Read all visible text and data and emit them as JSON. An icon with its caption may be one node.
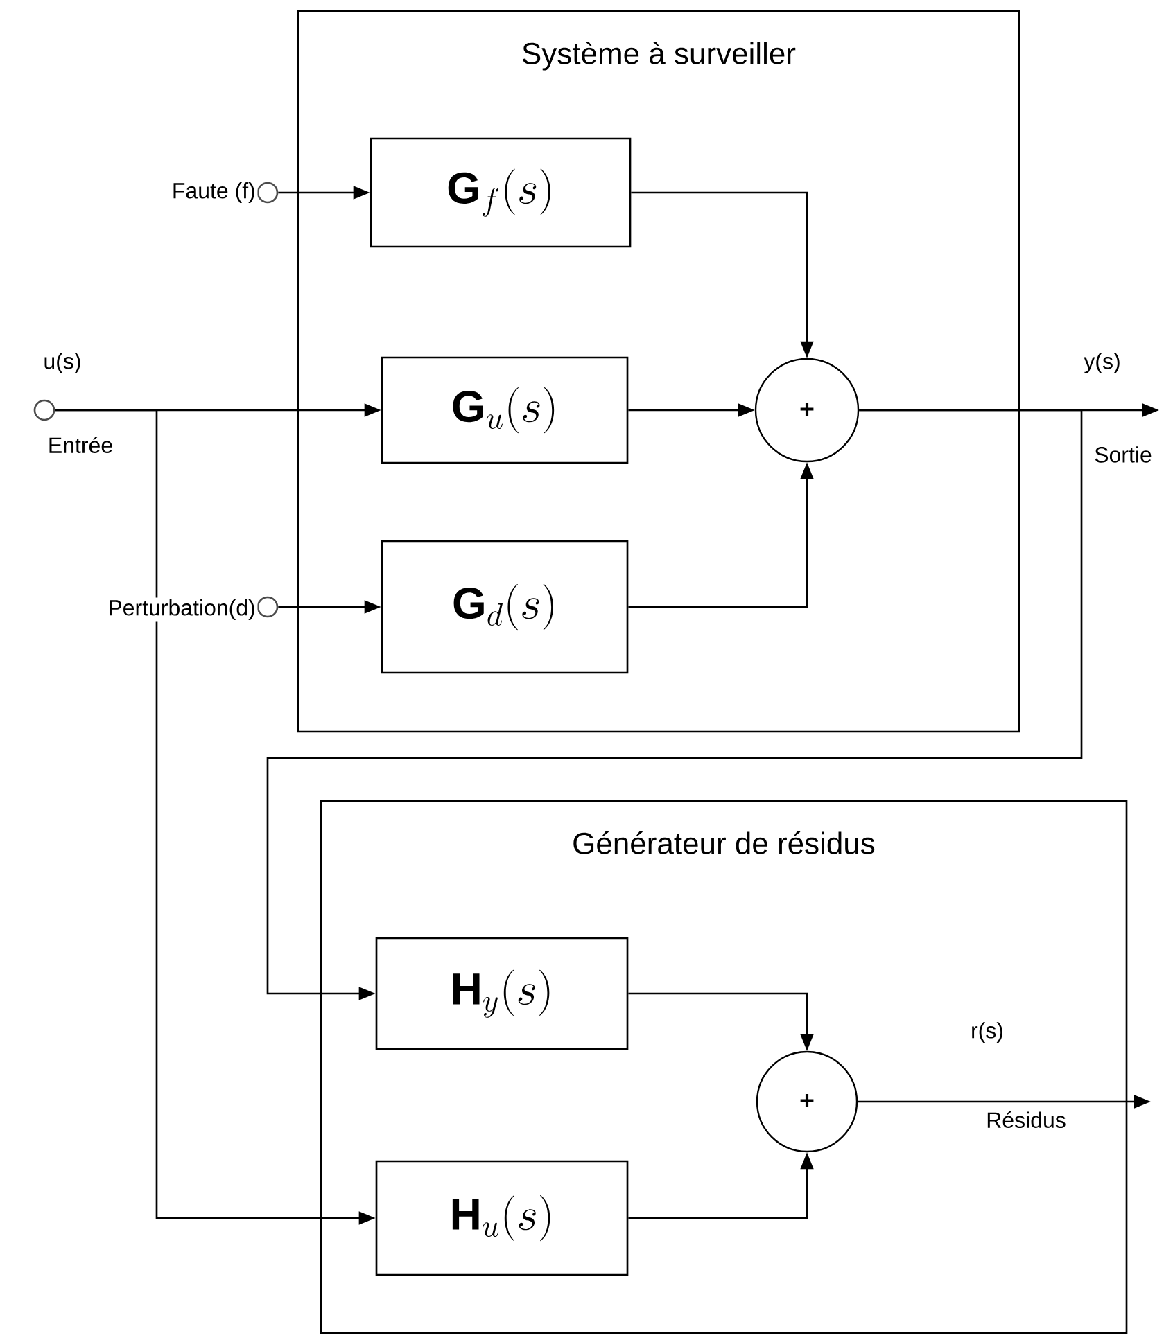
{
  "diagram": {
    "nodes": [
      {
        "text": [
          "Système à surveiller"
        ]
      },
      {
        "text": [
          "\\mathbf{G}_{f}(s)"
        ],
        "in": 0
      },
      {
        "text": [
          "\\mathbf{G}_{u}(s)"
        ],
        "in": 0
      },
      {
        "text": [
          "\\mathbf{G}_{d}(s)"
        ],
        "in": 0
      },
      {
        "text": [
          "+"
        ],
        "in": 0
      },
      {
        "text": [
          "Générateur de résidus"
        ]
      },
      {
        "text": [
          "\\mathbf{H}_{y}(s)"
        ],
        "in": 5
      },
      {
        "text": [
          "\\mathbf{H}_{u}(s)"
        ],
        "in": 5
      },
      {
        "text": [
          "+"
        ],
        "in": 5
      },
      {
        "text": [],
        "shape": "circle",
        "beside": [
          "Faute (f)"
        ]
      },
      {
        "text": [],
        "shape": "circle",
        "beside": [
          "u(s)",
          "Entrée"
        ]
      },
      {
        "text": [],
        "shape": "circle",
        "beside": [
          "Perturbation(d)"
        ]
      }
    ],
    "edges": [
      {
        "from": 9,
        "to": 1,
        "arrow": "to"
      },
      {
        "from": 10,
        "to": 2,
        "arrow": "to"
      },
      {
        "from": 11,
        "to": 3,
        "arrow": "to"
      },
      {
        "from": 1,
        "to": 4,
        "arrow": "to"
      },
      {
        "from": 2,
        "to": 4,
        "arrow": "to"
      },
      {
        "from": 3,
        "to": 4,
        "arrow": "to"
      },
      {
        "from": 4,
        "to": null,
        "arrow": "to"
      },
      {
        "from": 4,
        "to": 6,
        "arrow": "to"
      },
      {
        "from": 10,
        "to": 7,
        "arrow": "to"
      },
      {
        "from": 6,
        "to": 8,
        "arrow": "to"
      },
      {
        "from": 7,
        "to": 8,
        "arrow": "to"
      },
      {
        "from": 8,
        "to": null,
        "arrow": "to"
      }
    ],
    "labels": [
      "y(s)",
      "Sortie",
      "r(s)",
      "Résidus"
    ]
  }
}
